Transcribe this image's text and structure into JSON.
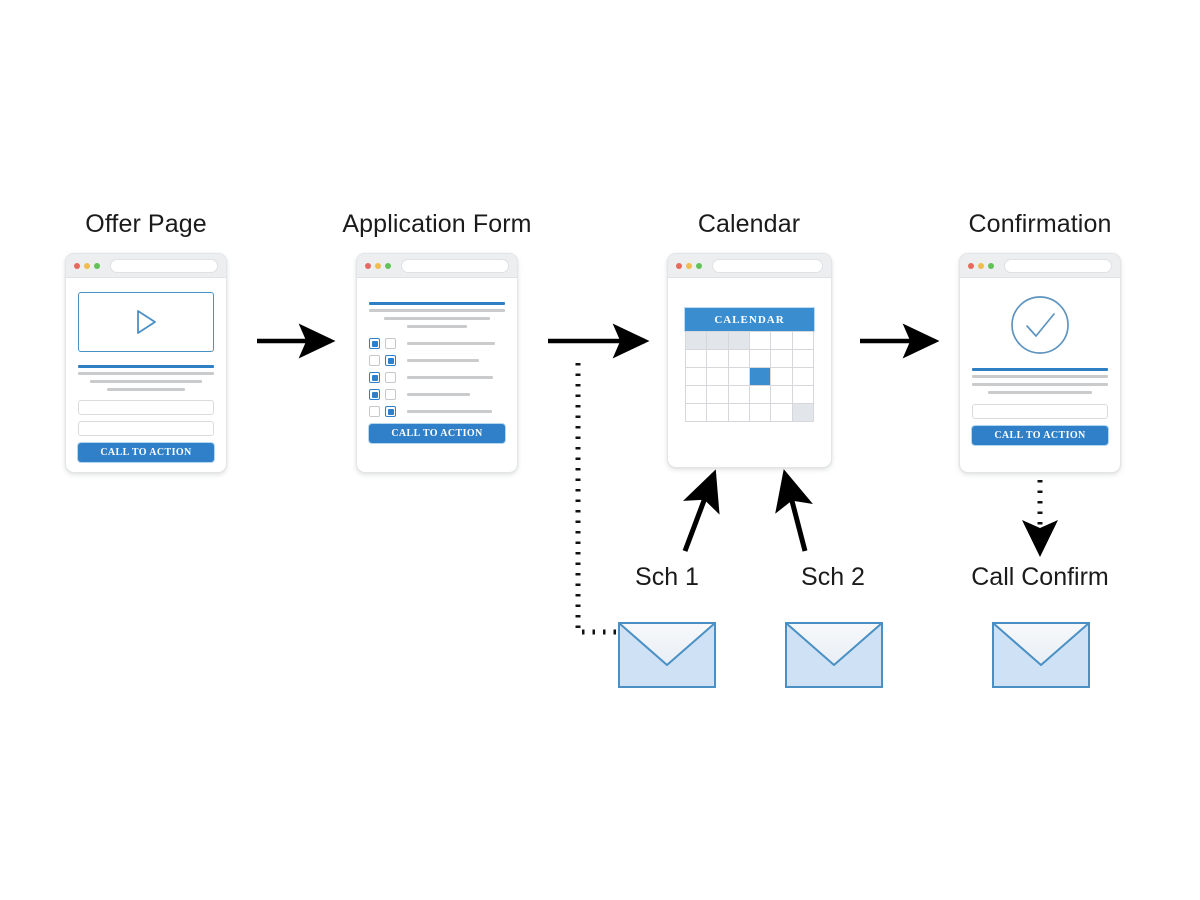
{
  "diagram": {
    "title_font_color": "#1b1b1b",
    "accent_blue": "#2f80c8",
    "calendar_blue": "#3a8ed0",
    "envelope_blue": "#4a90c4",
    "envelope_fill": "#cfe2f5",
    "gray_line": "#c9cbcd",
    "arrow_color": "#000000"
  },
  "steps": [
    {
      "id": "offer-page",
      "title": "Offer Page",
      "browser": {
        "dots": [
          "red-dot",
          "yellow-dot",
          "green-dot"
        ],
        "urlbar_value": ""
      },
      "cta_label": "CALL TO ACTION",
      "media": "play-button-icon",
      "text_lines": 3,
      "input_fields": 2
    },
    {
      "id": "application-form",
      "title": "Application Form",
      "browser": {
        "dots": [
          "red-dot",
          "yellow-dot",
          "green-dot"
        ],
        "urlbar_value": ""
      },
      "cta_label": "CALL TO ACTION",
      "text_lines": 4,
      "checkbox_rows": [
        {
          "left_checked": true,
          "right_checked": false,
          "line_width": 88
        },
        {
          "left_checked": false,
          "right_checked": true,
          "line_width": 72
        },
        {
          "left_checked": true,
          "right_checked": false,
          "line_width": 86
        },
        {
          "left_checked": true,
          "right_checked": false,
          "line_width": 63
        },
        {
          "left_checked": false,
          "right_checked": true,
          "line_width": 85
        }
      ]
    },
    {
      "id": "calendar",
      "title": "Calendar",
      "browser": {
        "dots": [
          "red-dot",
          "yellow-dot",
          "green-dot"
        ],
        "urlbar_value": ""
      },
      "calendar": {
        "header_label": "CALENDAR",
        "columns": 6,
        "rows": 5,
        "gray_cells": [
          [
            0,
            0
          ],
          [
            0,
            1
          ],
          [
            0,
            2
          ],
          [
            4,
            5
          ]
        ],
        "selected_cell": [
          2,
          3
        ]
      }
    },
    {
      "id": "confirmation",
      "title": "Confirmation",
      "browser": {
        "dots": [
          "red-dot",
          "yellow-dot",
          "green-dot"
        ],
        "urlbar_value": ""
      },
      "media": "check-circle-icon",
      "cta_label": "CALL TO ACTION",
      "text_lines": 4,
      "input_fields": 1
    }
  ],
  "flow_labels": [
    {
      "id": "sch-1",
      "text": "Sch 1"
    },
    {
      "id": "sch-2",
      "text": "Sch 2"
    },
    {
      "id": "call-confirm",
      "text": "Call Confirm"
    }
  ],
  "envelopes": [
    {
      "id": "envelope-sch-1"
    },
    {
      "id": "envelope-sch-2"
    },
    {
      "id": "envelope-call-confirm"
    }
  ],
  "connectors": [
    {
      "id": "arrow-offer-to-form",
      "style": "solid",
      "direction": "right"
    },
    {
      "id": "arrow-form-to-calendar",
      "style": "solid",
      "direction": "right"
    },
    {
      "id": "arrow-calendar-to-confirmation",
      "style": "solid",
      "direction": "right"
    },
    {
      "id": "arrow-sch1-to-calendar",
      "style": "solid",
      "direction": "up-right"
    },
    {
      "id": "arrow-sch2-to-calendar",
      "style": "solid",
      "direction": "up-left"
    },
    {
      "id": "arrow-confirmation-to-call-confirm",
      "style": "dotted",
      "direction": "down"
    },
    {
      "id": "connector-envelope1-to-form-arrow",
      "style": "dotted",
      "direction": "up-left"
    }
  ]
}
